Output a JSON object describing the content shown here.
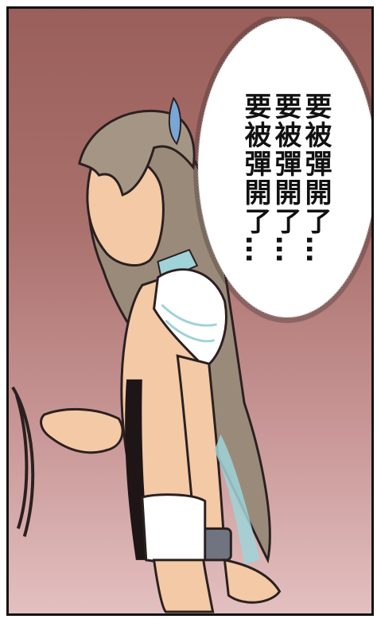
{
  "speech_bubble": {
    "lines": [
      "要被彈開了…",
      "要被彈開了…",
      "要被彈開了…"
    ]
  },
  "colors": {
    "background_top": "#9a5f5a",
    "background_bottom": "#e3c0c0",
    "hair": "#9a8a7a",
    "skin": "#f3c9a6",
    "ribbon": "#7aa6d6",
    "shirt": "#ffffff",
    "accent_trim": "#9fd3d8"
  },
  "icons": [
    "character-figure-icon",
    "hand-icon",
    "bow-icon"
  ]
}
